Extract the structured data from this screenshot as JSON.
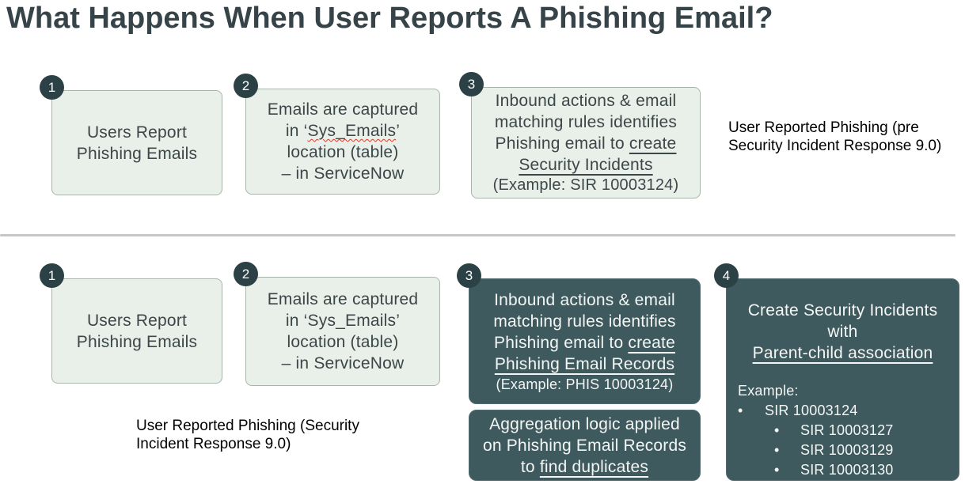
{
  "title": "What Happens When User Reports A Phishing Email?",
  "colors": {
    "title_text": "#364349",
    "dark_box_bg": "#3f5a5e",
    "badge_bg": "#2c4145",
    "light_box_bg": "#e9efe9",
    "light_box_border": "#a9b5aa",
    "divider": "#c6c6c6",
    "spellcheck_underline": "#dd3a2a"
  },
  "pre_flow": {
    "caption": "User Reported Phishing (pre Security Incident Response 9.0)",
    "step1": {
      "badge": "1",
      "text": "Users Report Phishing Emails"
    },
    "step2": {
      "badge": "2",
      "line1": "Emails are captured",
      "line2_pre": "in ‘",
      "line2_word": "Sys_Emails",
      "line2_post": "’",
      "line3": "location (table)",
      "line4": "– in ServiceNow"
    },
    "step3": {
      "badge": "3",
      "line1": "Inbound actions & email",
      "line2": "matching rules identifies",
      "line3_pre": "Phishing email to ",
      "line3_underline": "create",
      "line4_underline": "Security Incidents",
      "example": "(Example: SIR 10003124)"
    }
  },
  "v9_flow": {
    "caption": "User Reported Phishing (Security Incident Response 9.0)",
    "step1": {
      "badge": "1",
      "text": "Users Report Phishing Emails"
    },
    "step2": {
      "badge": "2",
      "line1": "Emails are captured",
      "line2": "in ‘Sys_Emails’",
      "line3": "location (table)",
      "line4": "– in ServiceNow"
    },
    "step3": {
      "badge": "3",
      "line1": "Inbound actions & email",
      "line2": "matching rules identifies",
      "line3_pre": "Phishing email to ",
      "line3_underline": "create",
      "line4_underline": "Phishing Email Records",
      "example": "(Example: PHIS 10003124)"
    },
    "aggregation": {
      "line1": "Aggregation logic applied",
      "line2": "on Phishing Email Records",
      "line3_pre": "to ",
      "line3_underline": "find duplicates"
    },
    "step4": {
      "badge": "4",
      "line1": "Create Security Incidents",
      "line2": "with",
      "line3_underline": "Parent-child association",
      "example_label": "Example:",
      "parent_sir": "SIR 10003124",
      "child_sirs": [
        "SIR 10003127",
        "SIR 10003129",
        "SIR 10003130"
      ]
    }
  }
}
